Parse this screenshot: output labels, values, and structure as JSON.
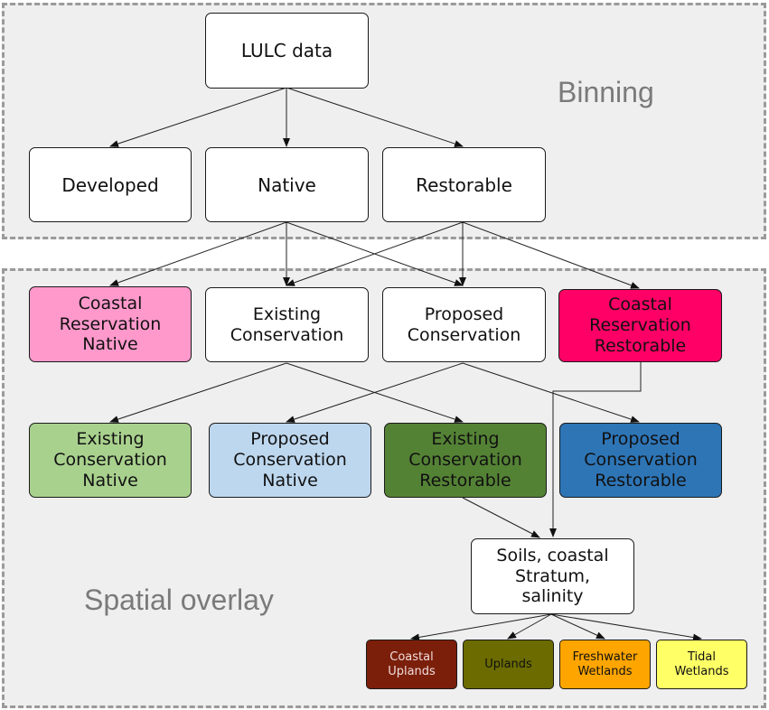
{
  "regions": {
    "binning_label": "Binning",
    "overlay_label": "Spatial overlay"
  },
  "nodes": {
    "lulc": {
      "label": "LULC data",
      "color": "#ffffff",
      "text_color": "#111111"
    },
    "developed": {
      "label": "Developed",
      "color": "#ffffff",
      "text_color": "#111111"
    },
    "native": {
      "label": "Native",
      "color": "#ffffff",
      "text_color": "#111111"
    },
    "restorable": {
      "label": "Restorable",
      "color": "#ffffff",
      "text_color": "#111111"
    },
    "coastal_res_native": {
      "label": "Coastal\nReservation\nNative",
      "color": "#ff99cc",
      "text_color": "#111111"
    },
    "existing_cons": {
      "label": "Existing\nConservation",
      "color": "#ffffff",
      "text_color": "#111111"
    },
    "proposed_cons": {
      "label": "Proposed\nConservation",
      "color": "#ffffff",
      "text_color": "#111111"
    },
    "coastal_res_restorable": {
      "label": "Coastal\nReservation\nRestorable",
      "color": "#ff0066",
      "text_color": "#111111"
    },
    "existing_cons_native": {
      "label": "Existing\nConservation\nNative",
      "color": "#a9d18e",
      "text_color": "#111111"
    },
    "proposed_cons_native": {
      "label": "Proposed\nConservation\nNative",
      "color": "#bdd7ee",
      "text_color": "#111111"
    },
    "existing_cons_restorable": {
      "label": "Existing\nConservation\nRestorable",
      "color": "#548235",
      "text_color": "#111111"
    },
    "proposed_cons_restorable": {
      "label": "Proposed\nConservation\nRestorable",
      "color": "#2e75b6",
      "text_color": "#111111"
    },
    "soils": {
      "label": "Soils, coastal\nStratum,\nsalinity",
      "color": "#ffffff",
      "text_color": "#111111"
    },
    "coastal_uplands": {
      "label": "Coastal\nUplands",
      "color": "#7b1f0a",
      "text_color": "#f2dcdc"
    },
    "uplands": {
      "label": "Uplands",
      "color": "#6b6b00",
      "text_color": "#111111"
    },
    "freshwater_wetlands": {
      "label": "Freshwater\nWetlands",
      "color": "#ffa500",
      "text_color": "#111111"
    },
    "tidal_wetlands": {
      "label": "Tidal\nWetlands",
      "color": "#ffff66",
      "text_color": "#111111"
    }
  }
}
